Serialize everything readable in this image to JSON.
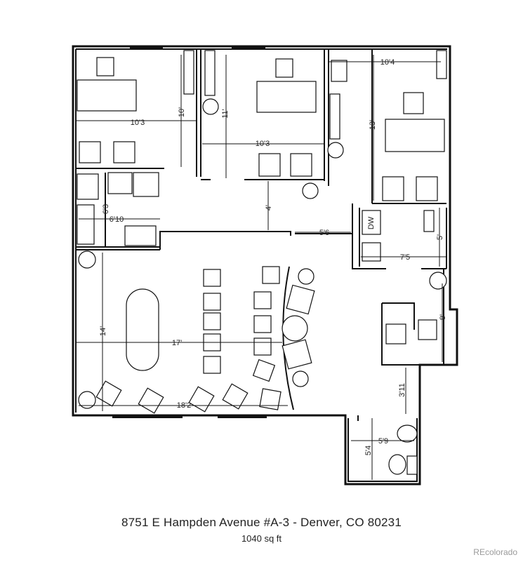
{
  "dimensions": {
    "office1_width": "10'3",
    "office1_depth": "10'",
    "office2_width": "10'3",
    "office2_depth": "11'",
    "office3_width": "10'4",
    "office3_depth": "13'",
    "kitchen_depth": "6'3",
    "kitchen_width": "6'10",
    "corridor_depth": "4'",
    "corridor_length": "5'6",
    "utility_width": "7'5",
    "utility_depth": "5'",
    "conference_depth": "14'",
    "conference_width": "17'",
    "conference_length": "18'2",
    "reception_depth": "8'",
    "closet_depth": "3'11",
    "bath_width": "5'9",
    "bath_depth": "5'4",
    "dishwasher": "DW"
  },
  "caption": {
    "address": "8751 E Hampden Avenue #A-3 - Denver, CO 80231",
    "sqft": "1040 sq ft"
  },
  "watermark": "REcolorado"
}
